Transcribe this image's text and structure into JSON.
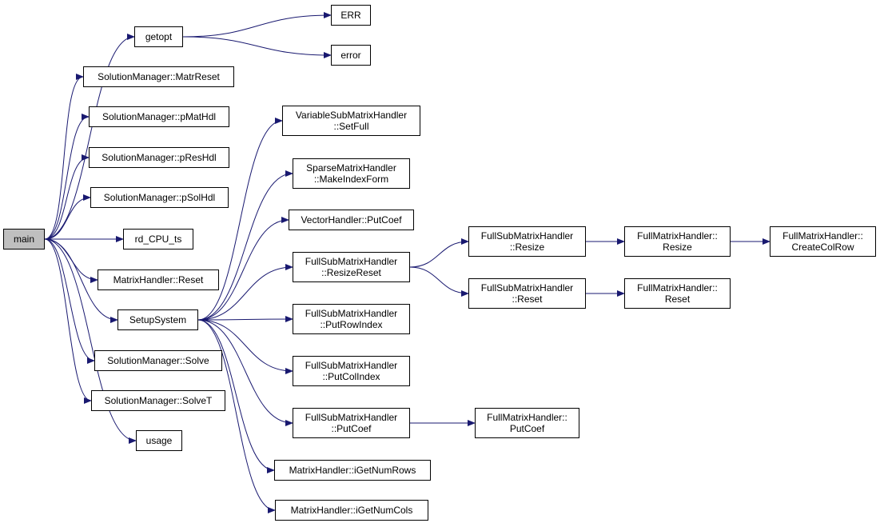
{
  "graph": {
    "edge_color": "#191970",
    "root_fill": "#bfbfbf",
    "nodes": {
      "main": {
        "lines": [
          "main"
        ]
      },
      "getopt": {
        "lines": [
          "getopt"
        ]
      },
      "err": {
        "lines": [
          "ERR"
        ]
      },
      "error": {
        "lines": [
          "error"
        ]
      },
      "matr_reset": {
        "lines": [
          "SolutionManager::MatrReset"
        ]
      },
      "pmathdl": {
        "lines": [
          "SolutionManager::pMatHdl"
        ]
      },
      "presHdl": {
        "lines": [
          "SolutionManager::pResHdl"
        ]
      },
      "psolhdl": {
        "lines": [
          "SolutionManager::pSolHdl"
        ]
      },
      "rd_cpu_ts": {
        "lines": [
          "rd_CPU_ts"
        ]
      },
      "mh_reset": {
        "lines": [
          "MatrixHandler::Reset"
        ]
      },
      "setupsystem": {
        "lines": [
          "SetupSystem"
        ]
      },
      "solve": {
        "lines": [
          "SolutionManager::Solve"
        ]
      },
      "solvet": {
        "lines": [
          "SolutionManager::SolveT"
        ]
      },
      "usage": {
        "lines": [
          "usage"
        ]
      },
      "vsmh_setfull": {
        "lines": [
          "VariableSubMatrixHandler",
          "::SetFull"
        ]
      },
      "smh_makeindexform": {
        "lines": [
          "SparseMatrixHandler",
          "::MakeIndexForm"
        ]
      },
      "vh_putcoef": {
        "lines": [
          "VectorHandler::PutCoef"
        ]
      },
      "fsmh_resizereset": {
        "lines": [
          "FullSubMatrixHandler",
          "::ResizeReset"
        ]
      },
      "fsmh_putrowindex": {
        "lines": [
          "FullSubMatrixHandler",
          "::PutRowIndex"
        ]
      },
      "fsmh_putcolindex": {
        "lines": [
          "FullSubMatrixHandler",
          "::PutColIndex"
        ]
      },
      "fsmh_putcoef": {
        "lines": [
          "FullSubMatrixHandler",
          "::PutCoef"
        ]
      },
      "mh_igetnumrows": {
        "lines": [
          "MatrixHandler::iGetNumRows"
        ]
      },
      "mh_igetnumcols": {
        "lines": [
          "MatrixHandler::iGetNumCols"
        ]
      },
      "fsmh_resize": {
        "lines": [
          "FullSubMatrixHandler",
          "::Resize"
        ]
      },
      "fsmh_reset": {
        "lines": [
          "FullSubMatrixHandler",
          "::Reset"
        ]
      },
      "fmh_putcoef": {
        "lines": [
          "FullMatrixHandler::",
          "PutCoef"
        ]
      },
      "fmh_resize": {
        "lines": [
          "FullMatrixHandler::",
          "Resize"
        ]
      },
      "fmh_reset": {
        "lines": [
          "FullMatrixHandler::",
          "Reset"
        ]
      },
      "fmh_createcolrow": {
        "lines": [
          "FullMatrixHandler::",
          "CreateColRow"
        ]
      }
    },
    "edges": [
      [
        "main",
        "getopt"
      ],
      [
        "main",
        "matr_reset"
      ],
      [
        "main",
        "pmathdl"
      ],
      [
        "main",
        "presHdl"
      ],
      [
        "main",
        "psolhdl"
      ],
      [
        "main",
        "rd_cpu_ts"
      ],
      [
        "main",
        "mh_reset"
      ],
      [
        "main",
        "setupsystem"
      ],
      [
        "main",
        "solve"
      ],
      [
        "main",
        "solvet"
      ],
      [
        "main",
        "usage"
      ],
      [
        "getopt",
        "err"
      ],
      [
        "getopt",
        "error"
      ],
      [
        "setupsystem",
        "vsmh_setfull"
      ],
      [
        "setupsystem",
        "smh_makeindexform"
      ],
      [
        "setupsystem",
        "vh_putcoef"
      ],
      [
        "setupsystem",
        "fsmh_resizereset"
      ],
      [
        "setupsystem",
        "fsmh_putrowindex"
      ],
      [
        "setupsystem",
        "fsmh_putcolindex"
      ],
      [
        "setupsystem",
        "fsmh_putcoef"
      ],
      [
        "setupsystem",
        "mh_igetnumrows"
      ],
      [
        "setupsystem",
        "mh_igetnumcols"
      ],
      [
        "fsmh_resizereset",
        "fsmh_resize"
      ],
      [
        "fsmh_resizereset",
        "fsmh_reset"
      ],
      [
        "fsmh_putcoef",
        "fmh_putcoef"
      ],
      [
        "fsmh_resize",
        "fmh_resize"
      ],
      [
        "fsmh_reset",
        "fmh_reset"
      ],
      [
        "fmh_resize",
        "fmh_createcolrow"
      ]
    ]
  }
}
